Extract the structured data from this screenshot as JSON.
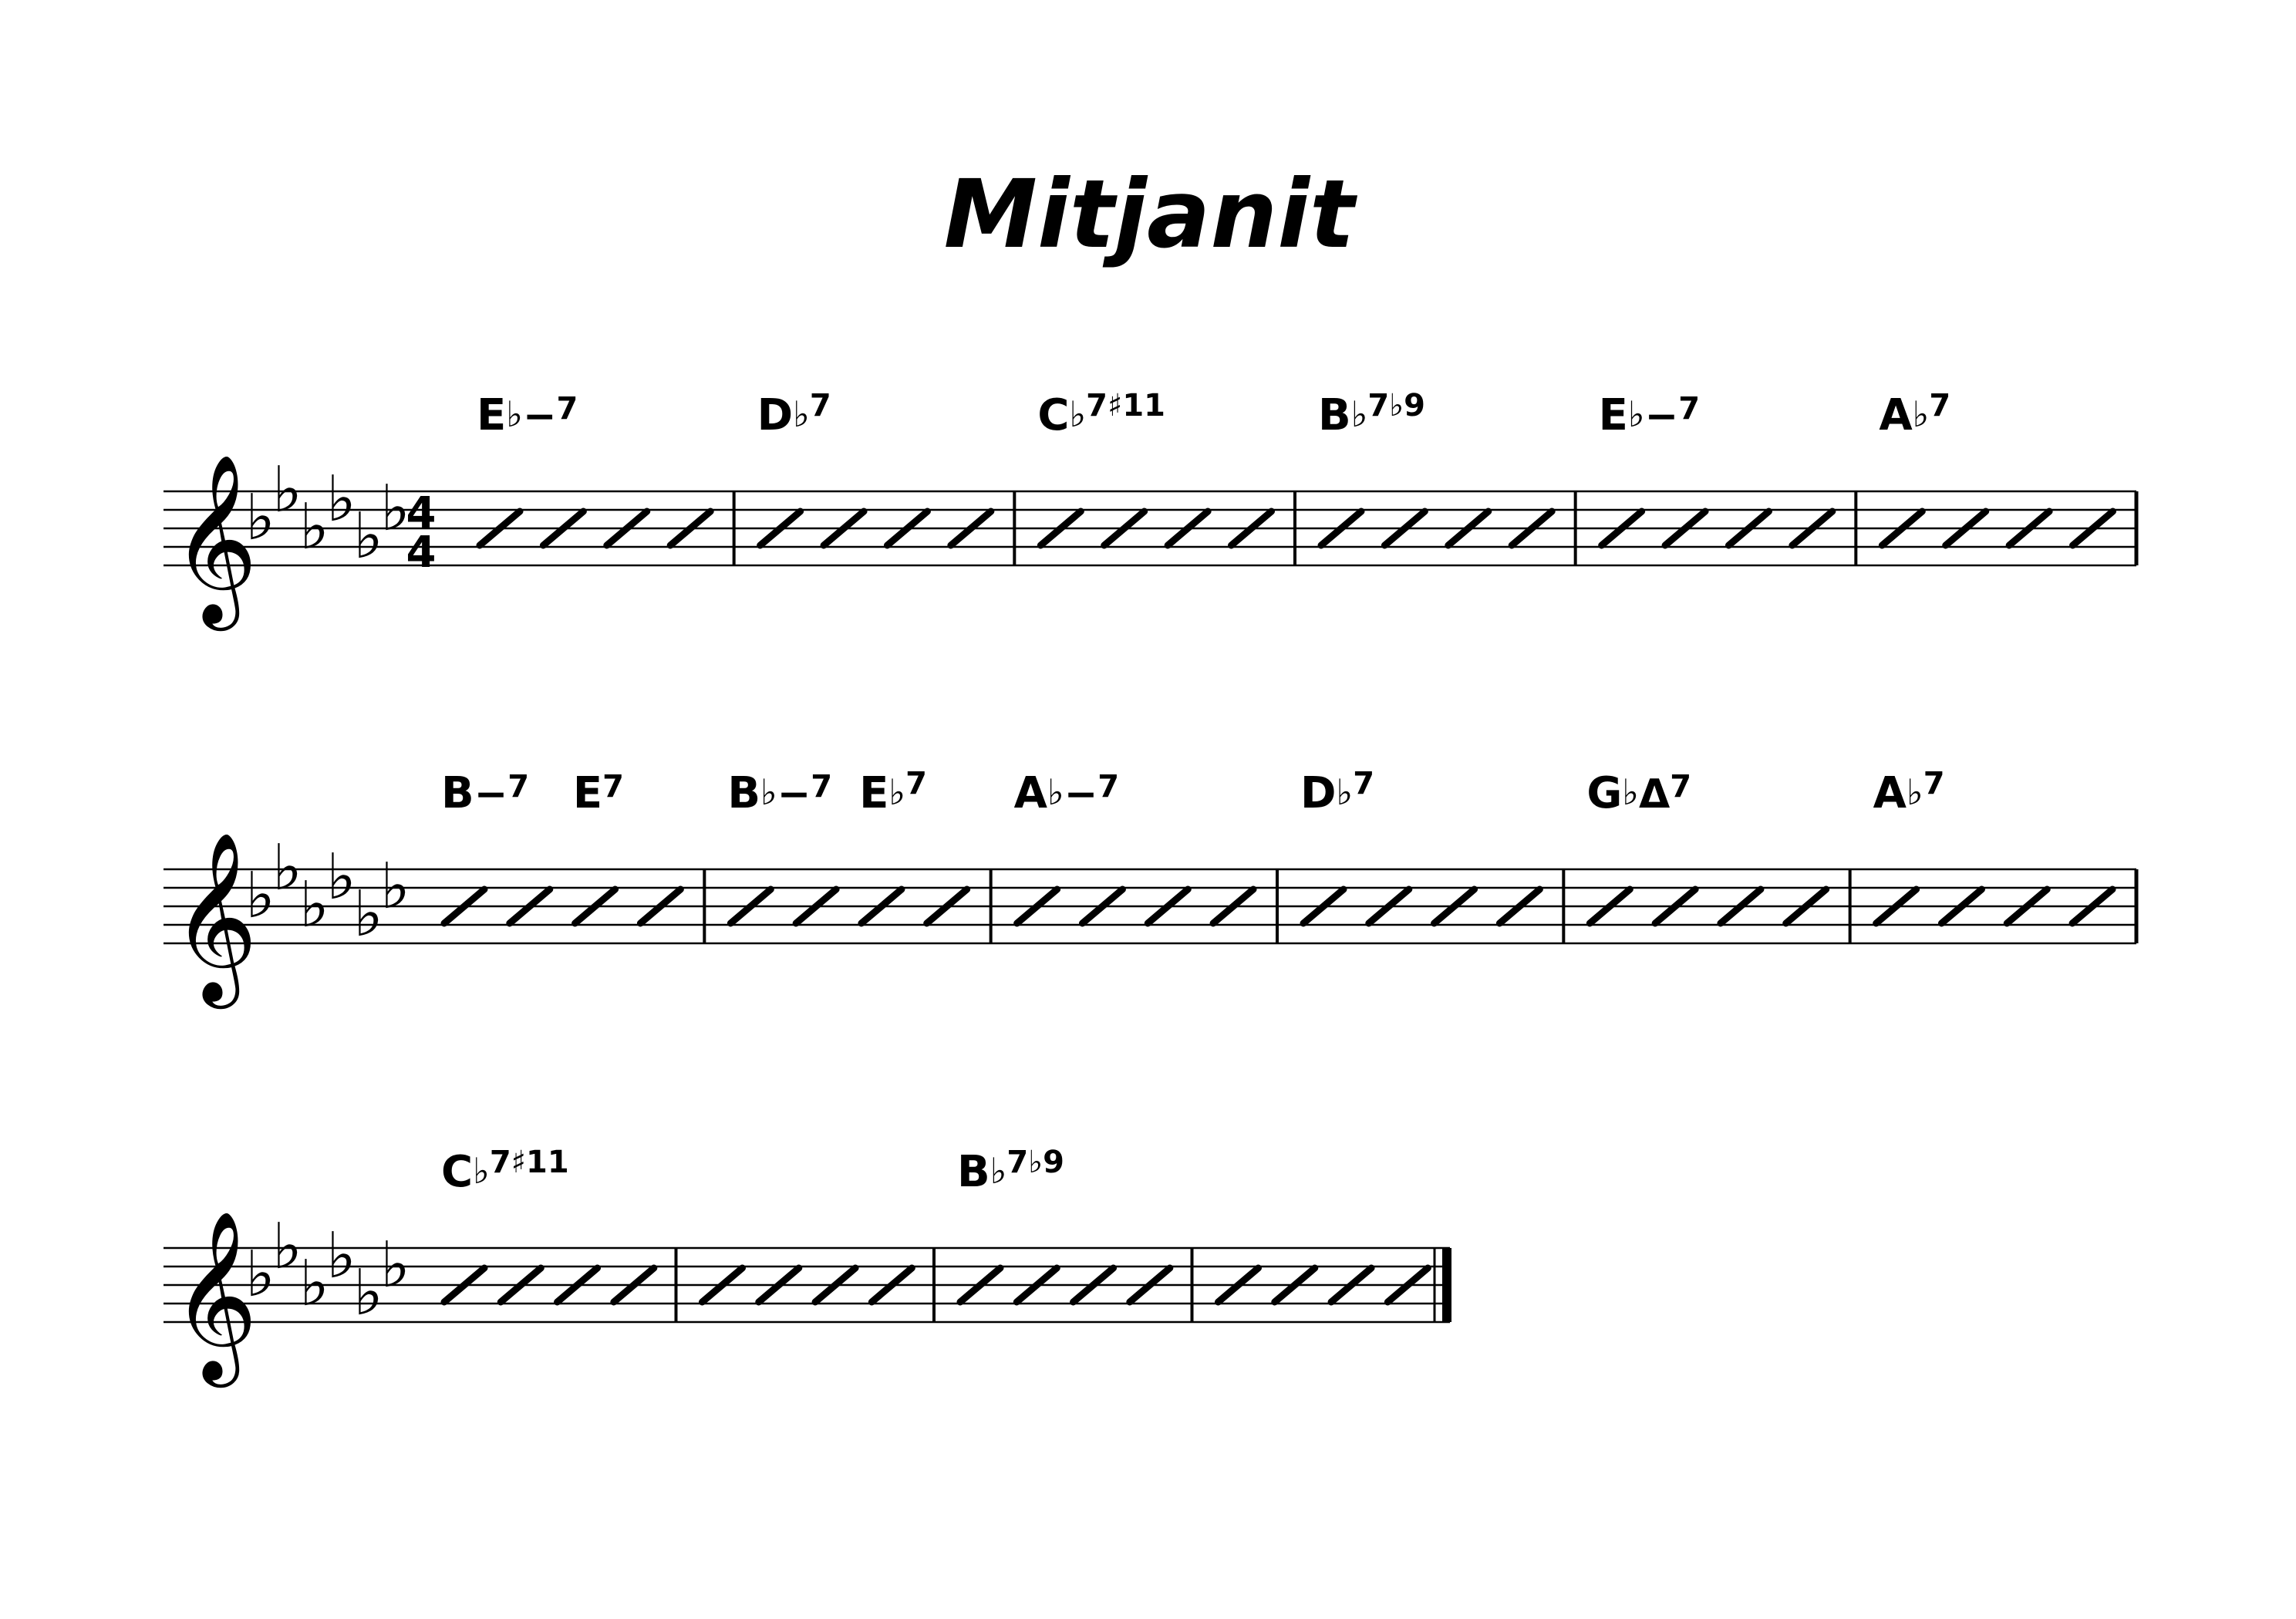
{
  "title": "Mitjanit",
  "time_signature": {
    "numerator": "4",
    "denominator": "4"
  },
  "key_signature": {
    "flats": 6,
    "glyph": "♭"
  },
  "clef": "treble-clef",
  "systems": [
    {
      "has_time_signature": true,
      "final_barline": "single",
      "measures": [
        {
          "chords": [
            {
              "root": "E",
              "acc": "♭",
              "quality": "−",
              "ext": "7"
            }
          ]
        },
        {
          "chords": [
            {
              "root": "D",
              "acc": "♭",
              "quality": "",
              "ext": "7"
            }
          ]
        },
        {
          "chords": [
            {
              "root": "C",
              "acc": "♭",
              "quality": "",
              "ext": "7♯11"
            }
          ]
        },
        {
          "chords": [
            {
              "root": "B",
              "acc": "♭",
              "quality": "",
              "ext": "7♭9"
            }
          ]
        },
        {
          "chords": [
            {
              "root": "E",
              "acc": "♭",
              "quality": "−",
              "ext": "7"
            }
          ]
        },
        {
          "chords": [
            {
              "root": "A",
              "acc": "♭",
              "quality": "",
              "ext": "7"
            }
          ]
        }
      ]
    },
    {
      "has_time_signature": false,
      "final_barline": "single",
      "measures": [
        {
          "chords": [
            {
              "root": "B",
              "acc": "",
              "quality": "−",
              "ext": "7"
            },
            {
              "root": "E",
              "acc": "",
              "quality": "",
              "ext": "7"
            }
          ]
        },
        {
          "chords": [
            {
              "root": "B",
              "acc": "♭",
              "quality": "−",
              "ext": "7"
            },
            {
              "root": "E",
              "acc": "♭",
              "quality": "",
              "ext": "7"
            }
          ]
        },
        {
          "chords": [
            {
              "root": "A",
              "acc": "♭",
              "quality": "−",
              "ext": "7"
            }
          ]
        },
        {
          "chords": [
            {
              "root": "D",
              "acc": "♭",
              "quality": "",
              "ext": "7"
            }
          ]
        },
        {
          "chords": [
            {
              "root": "G",
              "acc": "♭",
              "quality": "Δ",
              "ext": "7"
            }
          ]
        },
        {
          "chords": [
            {
              "root": "A",
              "acc": "♭",
              "quality": "",
              "ext": "7"
            }
          ]
        }
      ]
    },
    {
      "has_time_signature": false,
      "final_barline": "final",
      "measures": [
        {
          "chords": [
            {
              "root": "C",
              "acc": "♭",
              "quality": "",
              "ext": "7♯11"
            }
          ]
        },
        {
          "chords": []
        },
        {
          "chords": [
            {
              "root": "B",
              "acc": "♭",
              "quality": "",
              "ext": "7♭9"
            }
          ]
        },
        {
          "chords": []
        }
      ]
    }
  ]
}
